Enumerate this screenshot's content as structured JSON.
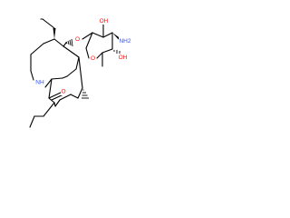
{
  "atom_labels": {
    "nh": "NH",
    "o_carbonyl": "O",
    "o_glycosidic": "O",
    "o_ring": "O",
    "oh_top": "OH",
    "oh_right": "OH",
    "nh2": "NH2"
  },
  "colors": {
    "bond": "#000000",
    "oxygen": "#ff0d0d",
    "nitrogen": "#3050f8",
    "background": "#ffffff"
  }
}
